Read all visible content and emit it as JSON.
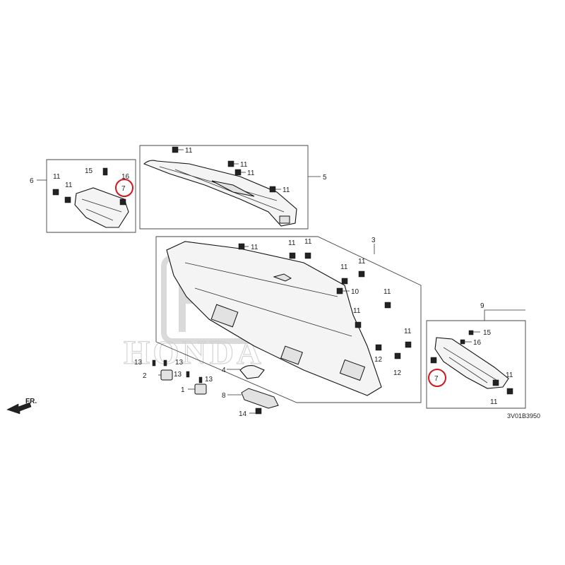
{
  "diagram": {
    "watermark": "HONDA",
    "diagram_code": "3V01B3950",
    "direction_label": "FR.",
    "callouts": {
      "p1": "1",
      "p2": "2",
      "p3": "3",
      "p4": "4",
      "p5": "5",
      "p6": "6",
      "p7": "7",
      "p8": "8",
      "p9": "9",
      "p10": "10",
      "p11": "11",
      "p12": "12",
      "p13": "13",
      "p14": "14",
      "p15": "15",
      "p16": "16"
    },
    "highlight_color": "#d2161e"
  }
}
